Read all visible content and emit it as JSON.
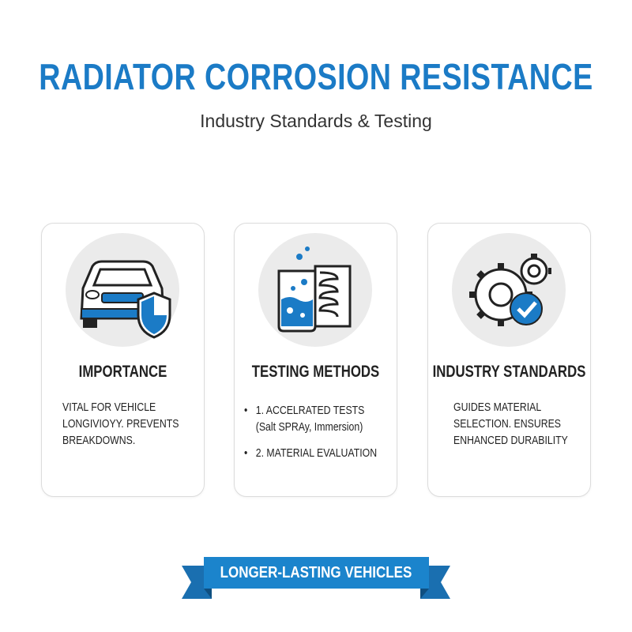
{
  "header": {
    "title": "RADIATOR CORROSION RESISTANCE",
    "subtitle": "Industry Standards & Testing"
  },
  "cards": [
    {
      "icon": "car-shield-icon",
      "heading": "IMPORTANCE",
      "lines": [
        "VITAL FOR VEHICLE",
        "LONGIVIOYY. PREVENTS",
        "BREAKDOWNS."
      ]
    },
    {
      "icon": "beaker-radiator-icon",
      "heading": "TESTING METHODS",
      "bullets": [
        {
          "label": "1. ACCELRATED TESTS",
          "detail": "(Salt SPRAy, Immersion)"
        },
        {
          "label": "2. MATERIAL EVALUATION"
        }
      ]
    },
    {
      "icon": "gears-check-icon",
      "heading": "INDUSTRY STANDARDS",
      "lines": [
        "GUIDES MATERIAL",
        "SELECTION. ENSURES",
        "ENHANCED DURABILITY"
      ]
    }
  ],
  "banner": {
    "label": "LONGER-LASTING VEHICLES"
  },
  "colors": {
    "accent": "#1b7bc6",
    "dark": "#222222",
    "circle": "#ebebeb"
  }
}
